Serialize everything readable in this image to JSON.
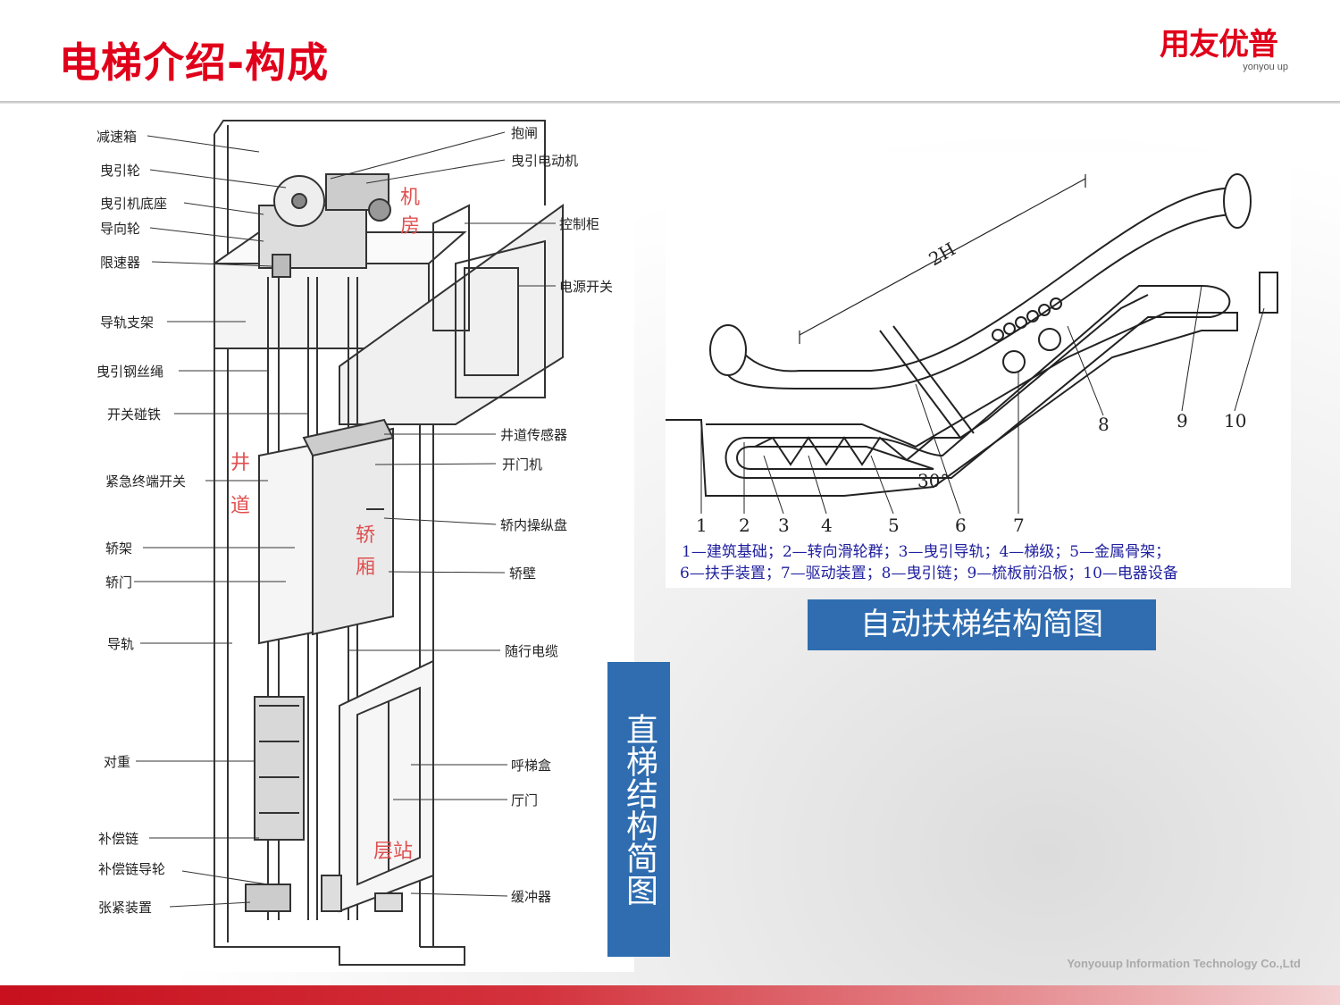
{
  "header": {
    "title": "电梯介绍-构成",
    "logo_cn": "用友优普",
    "logo_en": "yonyou up"
  },
  "elevator": {
    "caption": "直梯结构简图",
    "left_labels": [
      "减速箱",
      "曳引轮",
      "曳引机底座",
      "导向轮",
      "限速器",
      "导轨支架",
      "曳引钢丝绳",
      "开关碰铁",
      "紧急终端开关",
      "轿架",
      "轿门",
      "导轨",
      "对重",
      "补偿链",
      "补偿链导轮",
      "张紧装置"
    ],
    "right_labels": [
      "抱闸",
      "曳引电动机",
      "控制柜",
      "电源开关",
      "井道传感器",
      "开门机",
      "轿内操纵盘",
      "轿壁",
      "随行电缆",
      "呼梯盒",
      "厅门",
      "缓冲器"
    ],
    "zones": {
      "machine_room": [
        "机",
        "房"
      ],
      "hoistway": [
        "井",
        "道"
      ],
      "car": [
        "轿",
        "厢"
      ],
      "landing": "层站"
    }
  },
  "escalator": {
    "caption": "自动扶梯结构简图",
    "dimension": "2H",
    "angle": "30°",
    "numbers": [
      "1",
      "2",
      "3",
      "4",
      "5",
      "6",
      "7",
      "8",
      "9",
      "10"
    ],
    "legend_line1": "1—建筑基础；2—转向滑轮群；3—曳引导轨；4—梯级；5—金属骨架；",
    "legend_line2": "6—扶手装置；7—驱动装置；8—曳引链；9—梳板前沿板；10—电器设备"
  },
  "footer": {
    "company": "Yonyouup Information Technology Co.,Ltd"
  },
  "colors": {
    "title_red": "#e0001a",
    "caption_blue": "#2f6db0",
    "footer_red": "#c8101e"
  }
}
